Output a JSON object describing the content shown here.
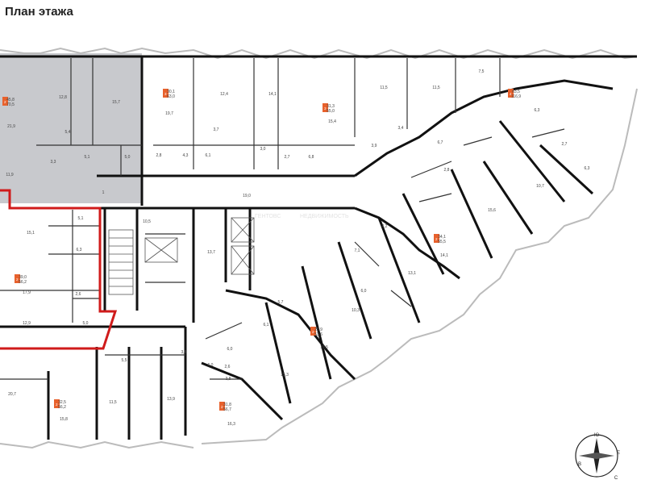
{
  "title": "План этажа",
  "watermark": [
    "ГЕНТОВС",
    "НЕДВИЖИМОСТЬ"
  ],
  "compass": {
    "north": "Ю",
    "east": "Е",
    "south": "С",
    "west": "В"
  },
  "colors": {
    "highlight": "#d01b1b",
    "shaded": "#c8c9cd",
    "wall": "#111111",
    "badge": "#e8612c"
  },
  "apartment_badges": [
    {
      "id": "a1",
      "num": "2",
      "area": "45,8",
      "total": "70,5"
    },
    {
      "id": "a2",
      "num": "3",
      "area": "30,1",
      "total": "63,0"
    },
    {
      "id": "a3",
      "num": "3",
      "area": "31,3",
      "total": "55,0"
    },
    {
      "id": "a4",
      "num": "4",
      "area": "63,5",
      "total": "116,9"
    },
    {
      "id": "a5",
      "num": "2",
      "area": "39,0",
      "total": "56,2"
    },
    {
      "id": "a6",
      "num": "2",
      "area": "34,1",
      "total": "55,5"
    },
    {
      "id": "a7",
      "num": "2",
      "area": "28,9",
      "total": "53,6"
    },
    {
      "id": "a8",
      "num": "2",
      "area": "32,5",
      "total": "56,2"
    },
    {
      "id": "a9",
      "num": "2",
      "area": "31,8",
      "total": "56,7"
    }
  ],
  "room_labels": [
    "21,9",
    "12,8",
    "15,7",
    "5,4",
    "5,1",
    "5,0",
    "3,3",
    "11,9",
    "19,7",
    "2,8",
    "4,3",
    "6,1",
    "12,4",
    "3,7",
    "14,1",
    "3,0",
    "15,4",
    "2,7",
    "6,8",
    "11,5",
    "3,4",
    "11,5",
    "3,9",
    "6,7",
    "7,5",
    "6,3",
    "2,8",
    "2,7",
    "6,3",
    "10,7",
    "1",
    "19,0",
    "10,5",
    "13,7",
    "5,1",
    "15,1",
    "6,3",
    "17,9",
    "12,9",
    "5,0",
    "2,6",
    "5,7",
    "6,1",
    "7,1",
    "4,2",
    "15,6",
    "14,1",
    "13,1",
    "6,0",
    "10,3",
    "19,5",
    "15,3",
    "16,3",
    "15,8",
    "11,5",
    "13,9",
    "20,7",
    "6,0",
    "2,6",
    "3,8",
    "6,0",
    "5,5",
    "3,8"
  ]
}
